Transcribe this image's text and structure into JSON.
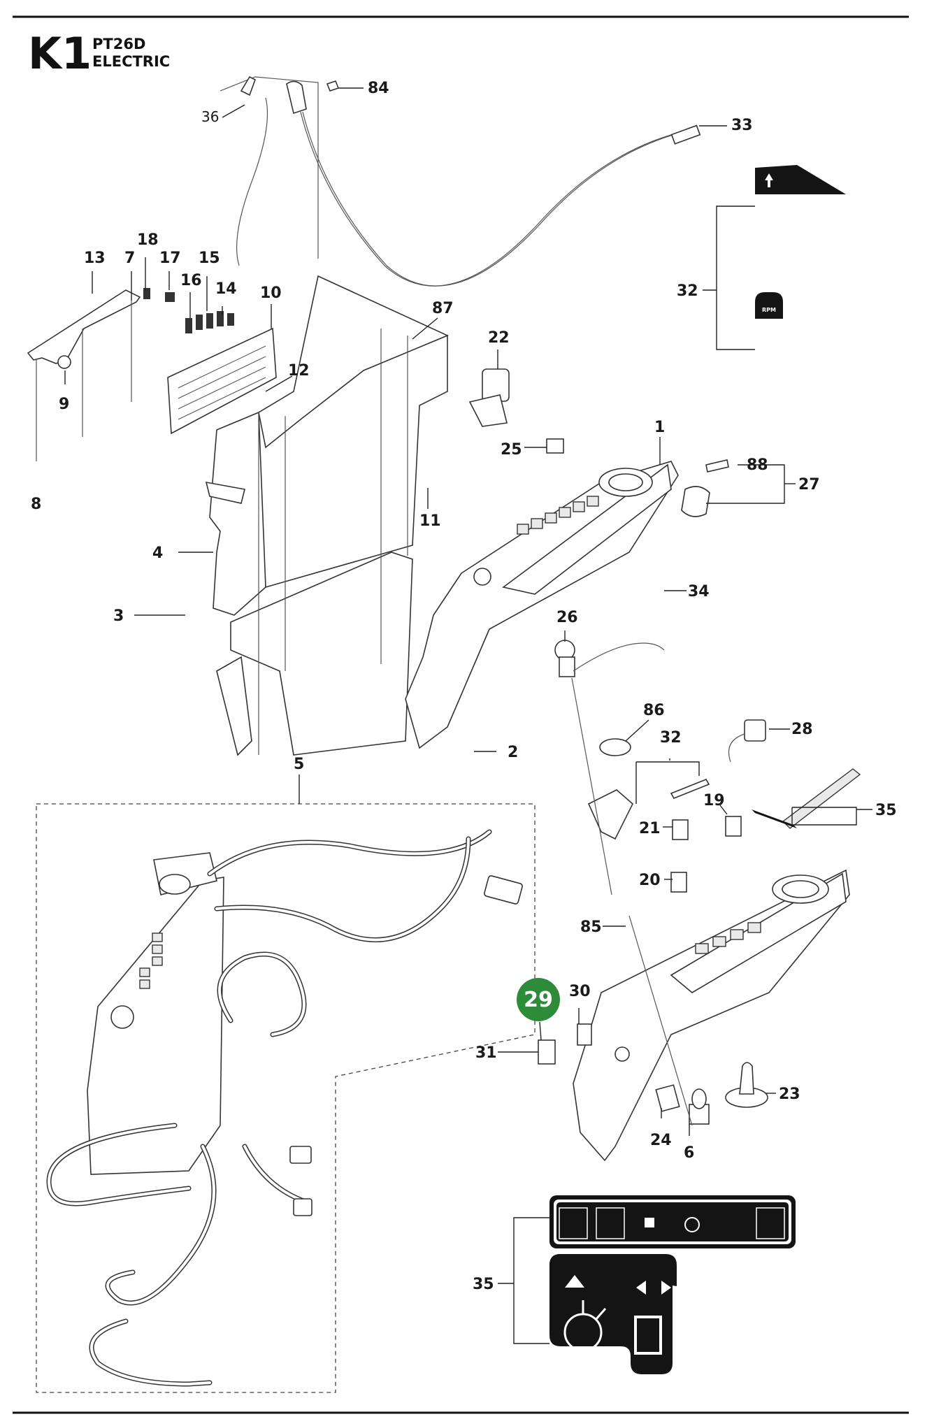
{
  "header": {
    "section_code": "K1",
    "model": "PT26D",
    "group": "ELECTRIC"
  },
  "highlight": {
    "number": "29",
    "color": "#2e8b3a"
  },
  "callouts": [
    {
      "id": "84",
      "text": "84"
    },
    {
      "id": "36",
      "text": "36"
    },
    {
      "id": "33",
      "text": "33"
    },
    {
      "id": "18",
      "text": "18"
    },
    {
      "id": "13",
      "text": "13"
    },
    {
      "id": "7",
      "text": "7"
    },
    {
      "id": "17",
      "text": "17"
    },
    {
      "id": "15",
      "text": "15"
    },
    {
      "id": "16",
      "text": "16"
    },
    {
      "id": "14",
      "text": "14"
    },
    {
      "id": "10",
      "text": "10"
    },
    {
      "id": "87",
      "text": "87"
    },
    {
      "id": "22",
      "text": "22"
    },
    {
      "id": "32a",
      "text": "32"
    },
    {
      "id": "12",
      "text": "12"
    },
    {
      "id": "9",
      "text": "9"
    },
    {
      "id": "1",
      "text": "1"
    },
    {
      "id": "25",
      "text": "25"
    },
    {
      "id": "88",
      "text": "88"
    },
    {
      "id": "27",
      "text": "27"
    },
    {
      "id": "8",
      "text": "8"
    },
    {
      "id": "11",
      "text": "11"
    },
    {
      "id": "4",
      "text": "4"
    },
    {
      "id": "34",
      "text": "34"
    },
    {
      "id": "3",
      "text": "3"
    },
    {
      "id": "26",
      "text": "26"
    },
    {
      "id": "86",
      "text": "86"
    },
    {
      "id": "28",
      "text": "28"
    },
    {
      "id": "32b",
      "text": "32"
    },
    {
      "id": "2",
      "text": "2"
    },
    {
      "id": "5",
      "text": "5"
    },
    {
      "id": "19",
      "text": "19"
    },
    {
      "id": "35a",
      "text": "35"
    },
    {
      "id": "21",
      "text": "21"
    },
    {
      "id": "20",
      "text": "20"
    },
    {
      "id": "85",
      "text": "85"
    },
    {
      "id": "30",
      "text": "30"
    },
    {
      "id": "31",
      "text": "31"
    },
    {
      "id": "23",
      "text": "23"
    },
    {
      "id": "24",
      "text": "24"
    },
    {
      "id": "6",
      "text": "6"
    },
    {
      "id": "35b",
      "text": "35"
    }
  ],
  "decals": {
    "rpm_text": "RPM"
  }
}
